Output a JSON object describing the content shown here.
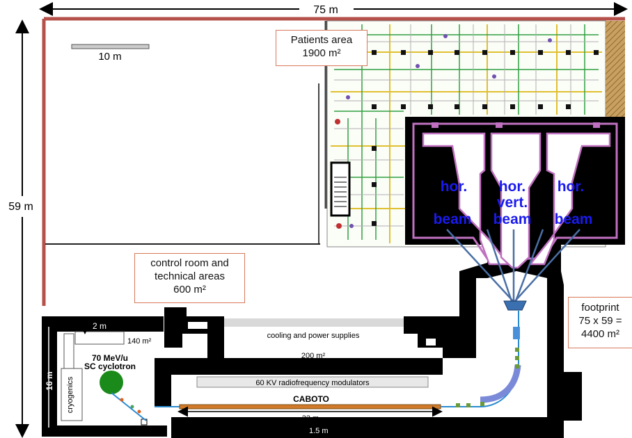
{
  "dimensions": {
    "width_label": "75 m",
    "height_label": "59 m",
    "scale_label": "10 m",
    "bunker_height_label": "16 m",
    "wall_label": "2 m",
    "gap_label": "1.5 m",
    "linac_length_label": "33 m"
  },
  "areas": {
    "patients": {
      "line1": "Patients area",
      "line2": "1900 m²"
    },
    "control": {
      "line1": "control room and",
      "line2": "technical areas",
      "line3": "600 m²"
    },
    "footprint": {
      "line1": "footprint",
      "line2": "75 x 59 =",
      "line3": "4400 m²"
    }
  },
  "rooms": {
    "cyclotron_area": "140 m²",
    "cyclotron_line1": "70 MeV/u",
    "cyclotron_line2": "SC cyclotron",
    "cryogenics": "cryogenics",
    "cooling": "cooling and power supplies",
    "cooling_area": "200 m²",
    "modulators": "60 KV radiofrequency  modulators",
    "linac": "CABOTO"
  },
  "beams": [
    {
      "line1": "hor.",
      "line2": "beam"
    },
    {
      "line1": "hor.",
      "line2": "vert.",
      "line3": "beam"
    },
    {
      "line1": "hor.",
      "line2": "beam"
    }
  ],
  "colors": {
    "outer_wall": "#b5514a",
    "shielding": "#000000",
    "treatment_outline": "#c070c0",
    "beam_label": "#1a1aee",
    "linac": "#d07a2a",
    "cyclotron": "#1a8a1a"
  }
}
